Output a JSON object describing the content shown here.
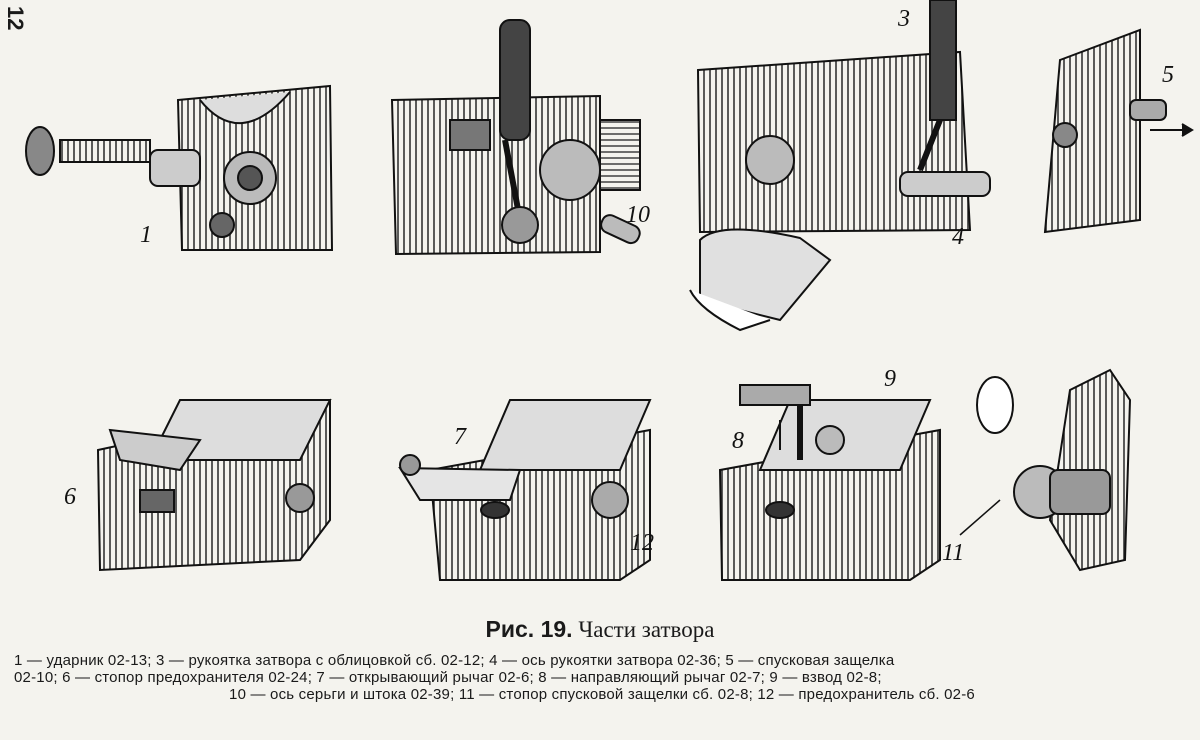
{
  "page_number": "12",
  "callouts": {
    "c1": "1",
    "c3": "3",
    "c4": "4",
    "c5": "5",
    "c6": "6",
    "c7": "7",
    "c8": "8",
    "c9": "9",
    "c10": "10",
    "c11": "11",
    "c12": "12"
  },
  "caption": {
    "label": "Рис. 19.",
    "title": "Части затвора"
  },
  "legend": {
    "line1": "1 — ударник 02-13; 3 — рукоятка затвора с облицовкой сб. 02-12; 4 — ось рукоятки затвора 02-36; 5 — спусковая защелка",
    "line2": "02-10; 6 — стопор предохранителя 02-24; 7 — открывающий рычаг 02-6; 8 — направляющий рычаг 02-7; 9 — взвод 02-8;",
    "line3": "10 — ось серьги и штока 02-39; 11 — стопор спусковой защелки сб. 02-8; 12 — предохранитель сб. 02-6"
  }
}
